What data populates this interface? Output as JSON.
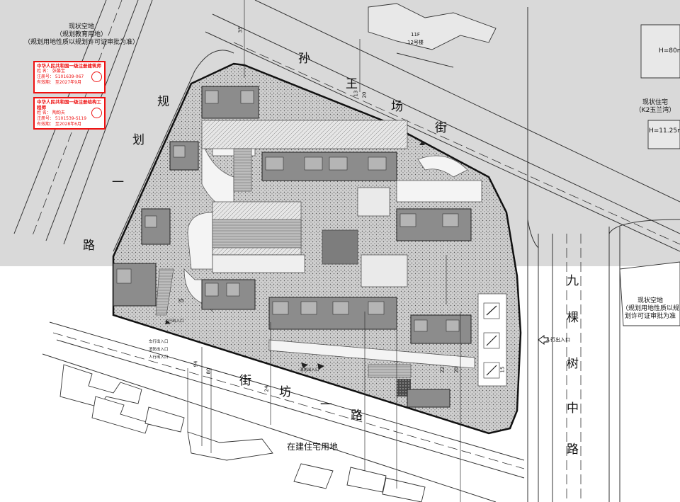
{
  "colors": {
    "upper_band": "#d9d9d9",
    "background": "#ffffff",
    "line": "#222222",
    "building_fill": "#8c8c8c",
    "hatch": "#bdbdbd",
    "stamp": "#e11111"
  },
  "roads": {
    "north": [
      "孙",
      "王",
      "场",
      "街"
    ],
    "west": [
      "规",
      "划",
      "一",
      "路"
    ],
    "south": [
      "街",
      "坊",
      "一",
      "路"
    ],
    "east": [
      "九",
      "棵",
      "树",
      "中",
      "路"
    ]
  },
  "notes": {
    "top_left": [
      "现状空地",
      "（规划教育用地）",
      "（规划用地性质以规划许可证审批为准）"
    ],
    "right_top_building": "H=80m",
    "right_residence": [
      "现状住宅",
      "（K2玉兰湾）"
    ],
    "right_residence_height": "H=11.25m",
    "right_bottom": [
      "现状空地",
      "（规划用地性质以规",
      "划许可证审批为准"
    ],
    "south_land": "在建住宅用地",
    "top_building": [
      "11F",
      "12号楼"
    ],
    "pedestrian_entrance_east": "人行出入口",
    "vehicle_entrance_west": [
      "车行出入口",
      "消防出入口",
      "人行出入口"
    ],
    "entrance_sw": "人行出入口",
    "entrance_s": "消防出入口"
  },
  "stamps": [
    {
      "title": "中华人民共和国一级注册建筑师",
      "lines": [
        "姓  名： 张馨宝",
        "注册号： 5101639-067",
        "有效期： 至2027年9月"
      ]
    },
    {
      "title": "中华人民共和国一级注册结构工程师",
      "lines": [
        "姓  名： 陶韵夫",
        "注册号： 5101539-S119",
        "有效期： 至2028年6月"
      ]
    }
  ],
  "dimensions": [
    "35",
    "94",
    "80",
    "24",
    "20",
    "35",
    "13",
    "22",
    "20",
    "15"
  ],
  "icons": [
    "north-arrow-icon",
    "entrance-arrow-icon"
  ]
}
